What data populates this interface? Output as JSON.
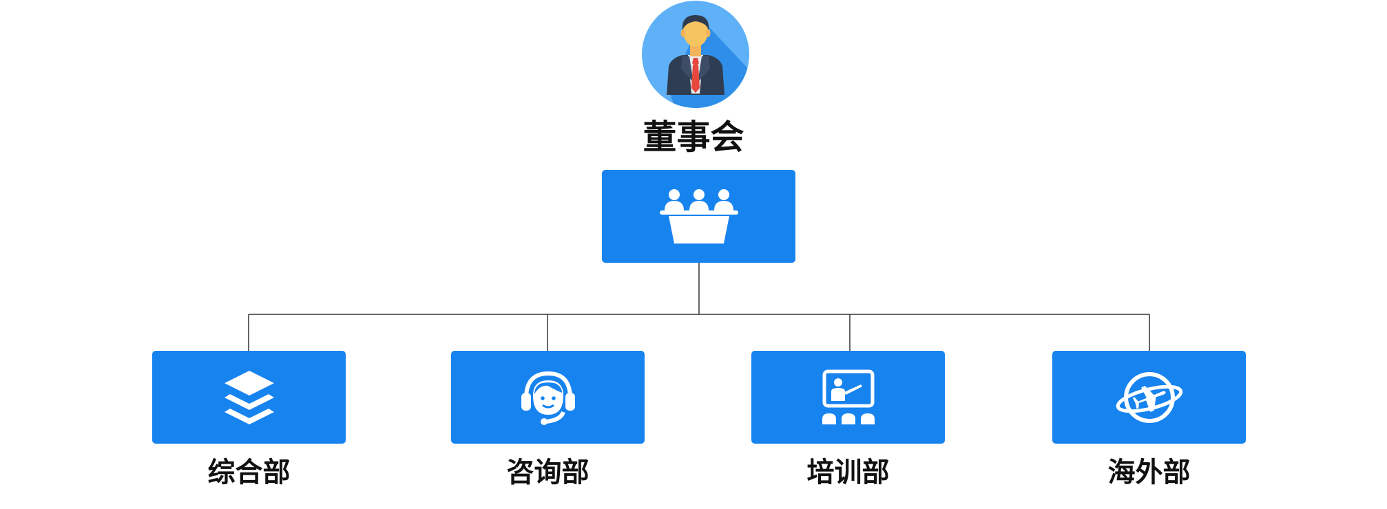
{
  "diagram": {
    "type": "org-chart",
    "colors": {
      "node_fill": "#1783ef",
      "connector": "#333333",
      "avatar_bg": "#5fb1f7",
      "avatar_shadow": "#2f8fe8",
      "label_text": "#111111"
    },
    "root": {
      "label": "董事会",
      "avatar_icon": "businessman-avatar-icon",
      "box_icon": "board-meeting-icon"
    },
    "children": [
      {
        "label": "综合部",
        "icon": "layers-stack-icon"
      },
      {
        "label": "咨询部",
        "icon": "headset-support-icon"
      },
      {
        "label": "培训部",
        "icon": "presentation-training-icon"
      },
      {
        "label": "海外部",
        "icon": "globe-airplane-icon"
      }
    ]
  }
}
